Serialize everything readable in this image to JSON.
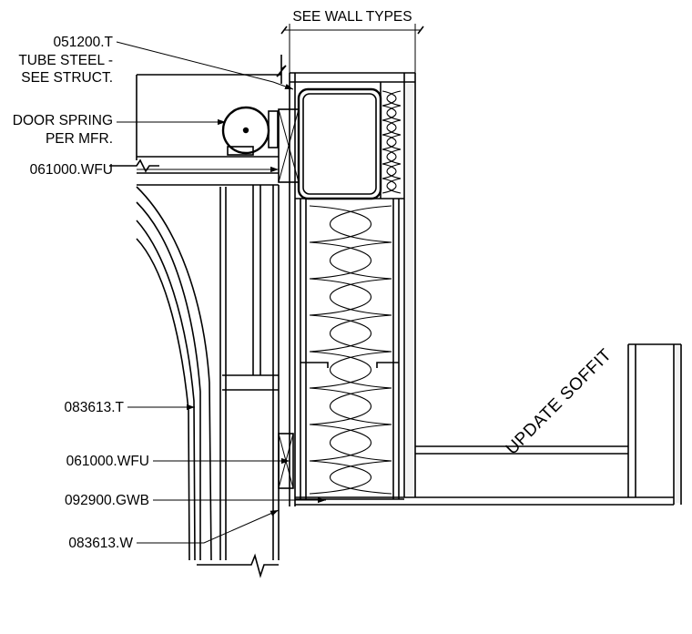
{
  "labels": {
    "wall_types": "SEE WALL TYPES",
    "tube_steel_tag": "051200.T",
    "tube_steel_note_1": "TUBE STEEL -",
    "tube_steel_note_2": "SEE STRUCT.",
    "door_spring_1": "DOOR SPRING",
    "door_spring_2": "PER MFR.",
    "blocking_top": "061000.WFU",
    "door_track": "083613.T",
    "blocking_bottom": "061000.WFU",
    "gypsum_board": "092900.GWB",
    "door_weather": "083613.W",
    "soffit_note": "UPDATE SOFFIT"
  }
}
